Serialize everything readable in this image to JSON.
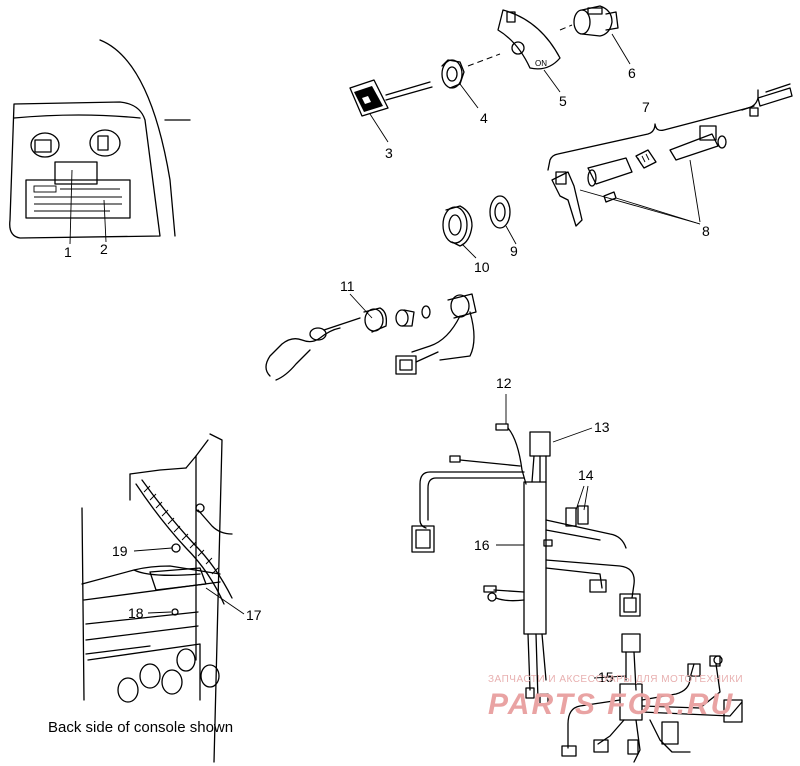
{
  "callouts": [
    {
      "id": "1",
      "label": "1"
    },
    {
      "id": "2",
      "label": "2"
    },
    {
      "id": "3",
      "label": "3"
    },
    {
      "id": "4",
      "label": "4"
    },
    {
      "id": "5",
      "label": "5"
    },
    {
      "id": "6",
      "label": "6"
    },
    {
      "id": "7",
      "label": "7"
    },
    {
      "id": "8",
      "label": "8"
    },
    {
      "id": "9",
      "label": "9"
    },
    {
      "id": "10",
      "label": "10"
    },
    {
      "id": "11",
      "label": "11"
    },
    {
      "id": "12",
      "label": "12"
    },
    {
      "id": "13",
      "label": "13"
    },
    {
      "id": "14",
      "label": "14"
    },
    {
      "id": "15",
      "label": "15"
    },
    {
      "id": "16",
      "label": "16"
    },
    {
      "id": "17",
      "label": "17"
    },
    {
      "id": "18",
      "label": "18"
    },
    {
      "id": "19",
      "label": "19"
    }
  ],
  "switch_plate_text": "ON",
  "caption": "Back side of console shown",
  "watermark": {
    "line1": "ЗАПЧАСТИ И АКСЕССУАРЫ ДЛЯ МОТОТЕХНИКИ",
    "line2": "PARTS FOR.RU"
  },
  "colors": {
    "line": "#000000",
    "background": "#ffffff",
    "watermark": "#e9a3a3"
  }
}
